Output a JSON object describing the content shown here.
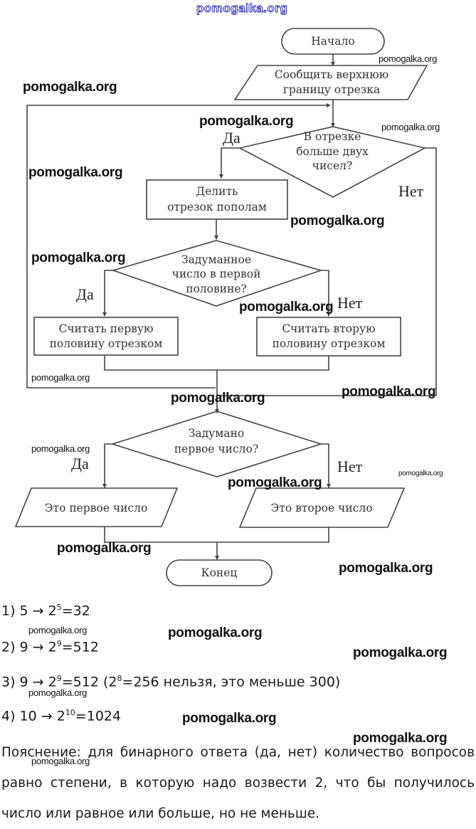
{
  "watermark": "pomogalka.org",
  "flowchart": {
    "start": "Начало",
    "input": [
      "Сообщить верхнюю",
      "границу отрезка"
    ],
    "decision1": [
      "В отрезке",
      "больше двух",
      "чисел?"
    ],
    "process_split": [
      "Делить",
      "отрезок пополам"
    ],
    "decision2": [
      "Задуманное",
      "число в первой",
      "половине?"
    ],
    "process_first": [
      "Считать первую",
      "половину отрезком"
    ],
    "process_second": [
      "Считать вторую",
      "половину отрезком"
    ],
    "decision3": [
      "Задумано",
      "первое число?"
    ],
    "output_first": "Это первое число",
    "output_second": "Это второе число",
    "end": "Конец",
    "yes": "Да",
    "no": "Нет"
  },
  "answers": [
    {
      "prefix": "1) 5 → 2",
      "exp": "5",
      "suffix": "=32"
    },
    {
      "prefix": "2) 9 → 2",
      "exp": "9",
      "suffix": "=512"
    },
    {
      "prefix": "3) 9 → 2",
      "exp": "9",
      "suffix": "=512 (2",
      "exp2": "8",
      "suffix2": "=256  нельзя, это меньше 300)"
    },
    {
      "prefix": "4) 10 → 2",
      "exp": "10",
      "suffix": "=1024"
    }
  ],
  "explanation": "Пояснение: для бинарного ответа (да, нет) количество вопросов равно степени, в которую надо возвести 2, что бы получилось число или равное или больше, но не меньше."
}
